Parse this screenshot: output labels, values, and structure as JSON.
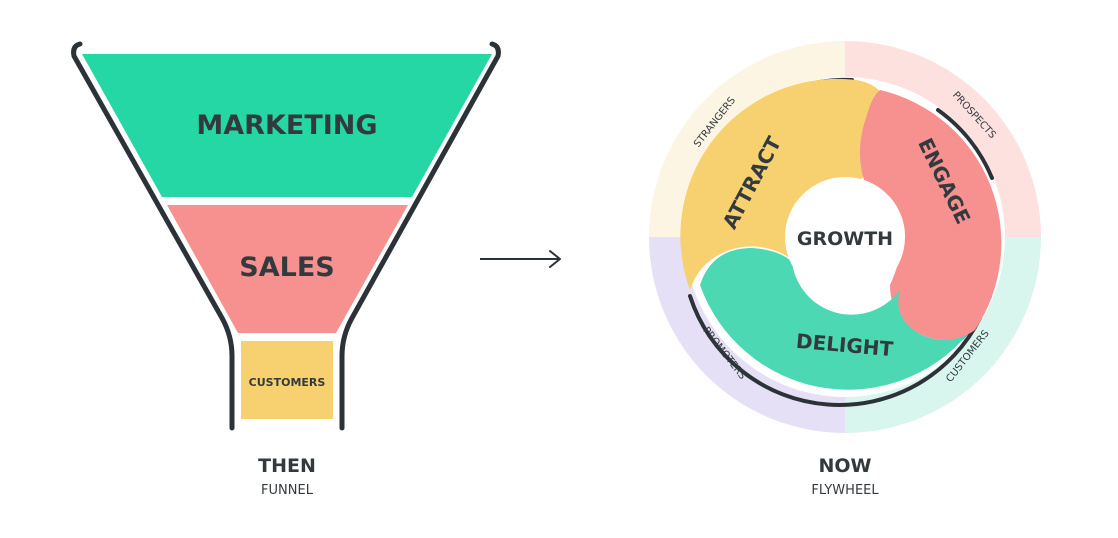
{
  "funnel": {
    "stages": [
      {
        "label": "MARKETING",
        "color": "#24d7a5"
      },
      {
        "label": "SALES",
        "color": "#f79190"
      },
      {
        "label": "CUSTOMERS",
        "color": "#f7d16f"
      }
    ],
    "caption": {
      "title": "THEN",
      "subtitle": "FUNNEL"
    }
  },
  "flywheel": {
    "center_label": "GROWTH",
    "segments": [
      {
        "label": "ATTRACT",
        "color": "#f7d16f"
      },
      {
        "label": "ENGAGE",
        "color": "#f79190"
      },
      {
        "label": "DELIGHT",
        "color": "#4dd8b4"
      }
    ],
    "outer_labels": [
      {
        "label": "STRANGERS",
        "color": "#fdf5e3"
      },
      {
        "label": "PROSPECTS",
        "color": "#fde1df"
      },
      {
        "label": "CUSTOMERS",
        "color": "#d8f5ee"
      },
      {
        "label": "PROMOTERS",
        "color": "#e6e0f6"
      }
    ],
    "caption": {
      "title": "NOW",
      "subtitle": "FLYWHEEL"
    }
  },
  "colors": {
    "text": "#333a3e",
    "outline": "#2c3338"
  }
}
